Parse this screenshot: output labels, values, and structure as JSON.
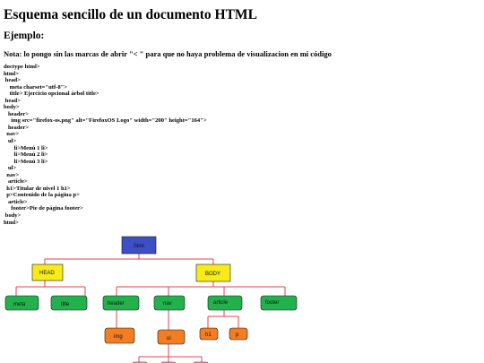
{
  "page": {
    "title": "Esquema sencillo de un documento HTML",
    "subtitle": "Ejemplo:",
    "note": "Nota: lo pongo sin las marcas de abrir \"< \" para que no haya problema de visualizacion en mi código"
  },
  "code_lines": [
    "doctype html>",
    "html>",
    " head>",
    "    meta charset=\"utf-8\">",
    "    title> Ejercicio opcional árbol title>",
    " head>",
    "body>",
    "   header>",
    "     img src=\"firefox-os.png\" alt=\"FirefoxOS Logo\" width=\"200\" height=\"164\">",
    "   header>",
    "  nav>",
    "   ul>",
    "       li>Menú 1 li>",
    "       li>Menú 2 li>",
    "       li>Menú 3 li>",
    "   ul>",
    "  nav>",
    "   article>",
    "  h1>Titular de nivel 1 h1>",
    "  p>Contenido de la página p>",
    "   article>",
    "     footer>Pie de página footer>",
    " body>",
    "html>"
  ],
  "tree": {
    "root": "html",
    "head": "HEAD",
    "body": "BODY",
    "meta": "meta",
    "title": "title",
    "header": "header",
    "nav": "nav",
    "article": "article",
    "footer": "footer",
    "img": "img",
    "ul": "ul",
    "h1": "h1",
    "p": "p",
    "colors": {
      "root": "#3d4fc4",
      "level1": "#f7ec1a",
      "level2": "#22b14c",
      "level3": "#f37d22",
      "level4": "#f5a3c7",
      "lines": "#e8404a"
    }
  }
}
